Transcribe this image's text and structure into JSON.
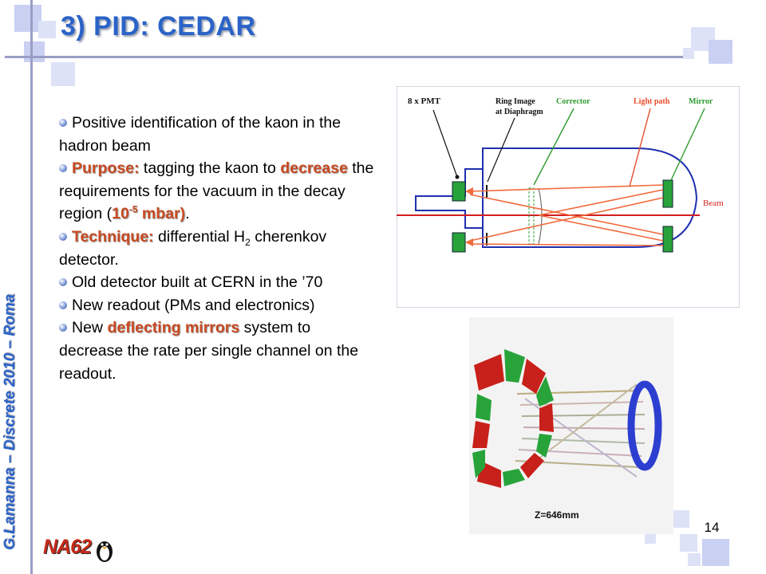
{
  "slide": {
    "title": "3) PID: CEDAR",
    "side_credit": "G.Lamanna – Discrete 2010 – Roma",
    "page_number": "14",
    "logo_text": "NA62"
  },
  "bullets": {
    "b1": "Positive identification of the kaon in the hadron beam",
    "b2": {
      "label": "Purpose:",
      "t1": " tagging the kaon to ",
      "hl": "decrease",
      "t2": " the requirements for the vacuum in the decay region (",
      "hl2_base": "10",
      "hl2_exp": "-5",
      "hl2_tail": " mbar)",
      "t3": "."
    },
    "b3": {
      "label": "Technique:",
      "t1": " differential H",
      "sub": "2",
      "t2": " cherenkov detector."
    },
    "b4": "Old detector built at CERN in the ’70",
    "b5": "New readout (PMs and electronics)",
    "b6": {
      "t1": "New ",
      "hl": "deflecting mirrors",
      "t2": " system to decrease the rate per single channel on the readout."
    }
  },
  "diagram": {
    "labels": {
      "pmt": "8 x PMT",
      "ring1": "Ring Image",
      "ring2": "at Diaphragm",
      "corrector": "Corrector",
      "light_path": "Light path",
      "mirror": "Mirror",
      "beam": "Beam"
    },
    "colors": {
      "black_label": "#111111",
      "green_label": "#2e9a2e",
      "red_label": "#e84b2c",
      "vessel": "#1f2fb0",
      "beam": "#d21e1e",
      "light": "#f06a3c",
      "pmt": "#27a33a"
    }
  },
  "simulation": {
    "caption": "Z=646mm"
  },
  "colors": {
    "title": "#2a63c8",
    "highlight": "#c84a22",
    "decor": "#c9d0f2"
  }
}
